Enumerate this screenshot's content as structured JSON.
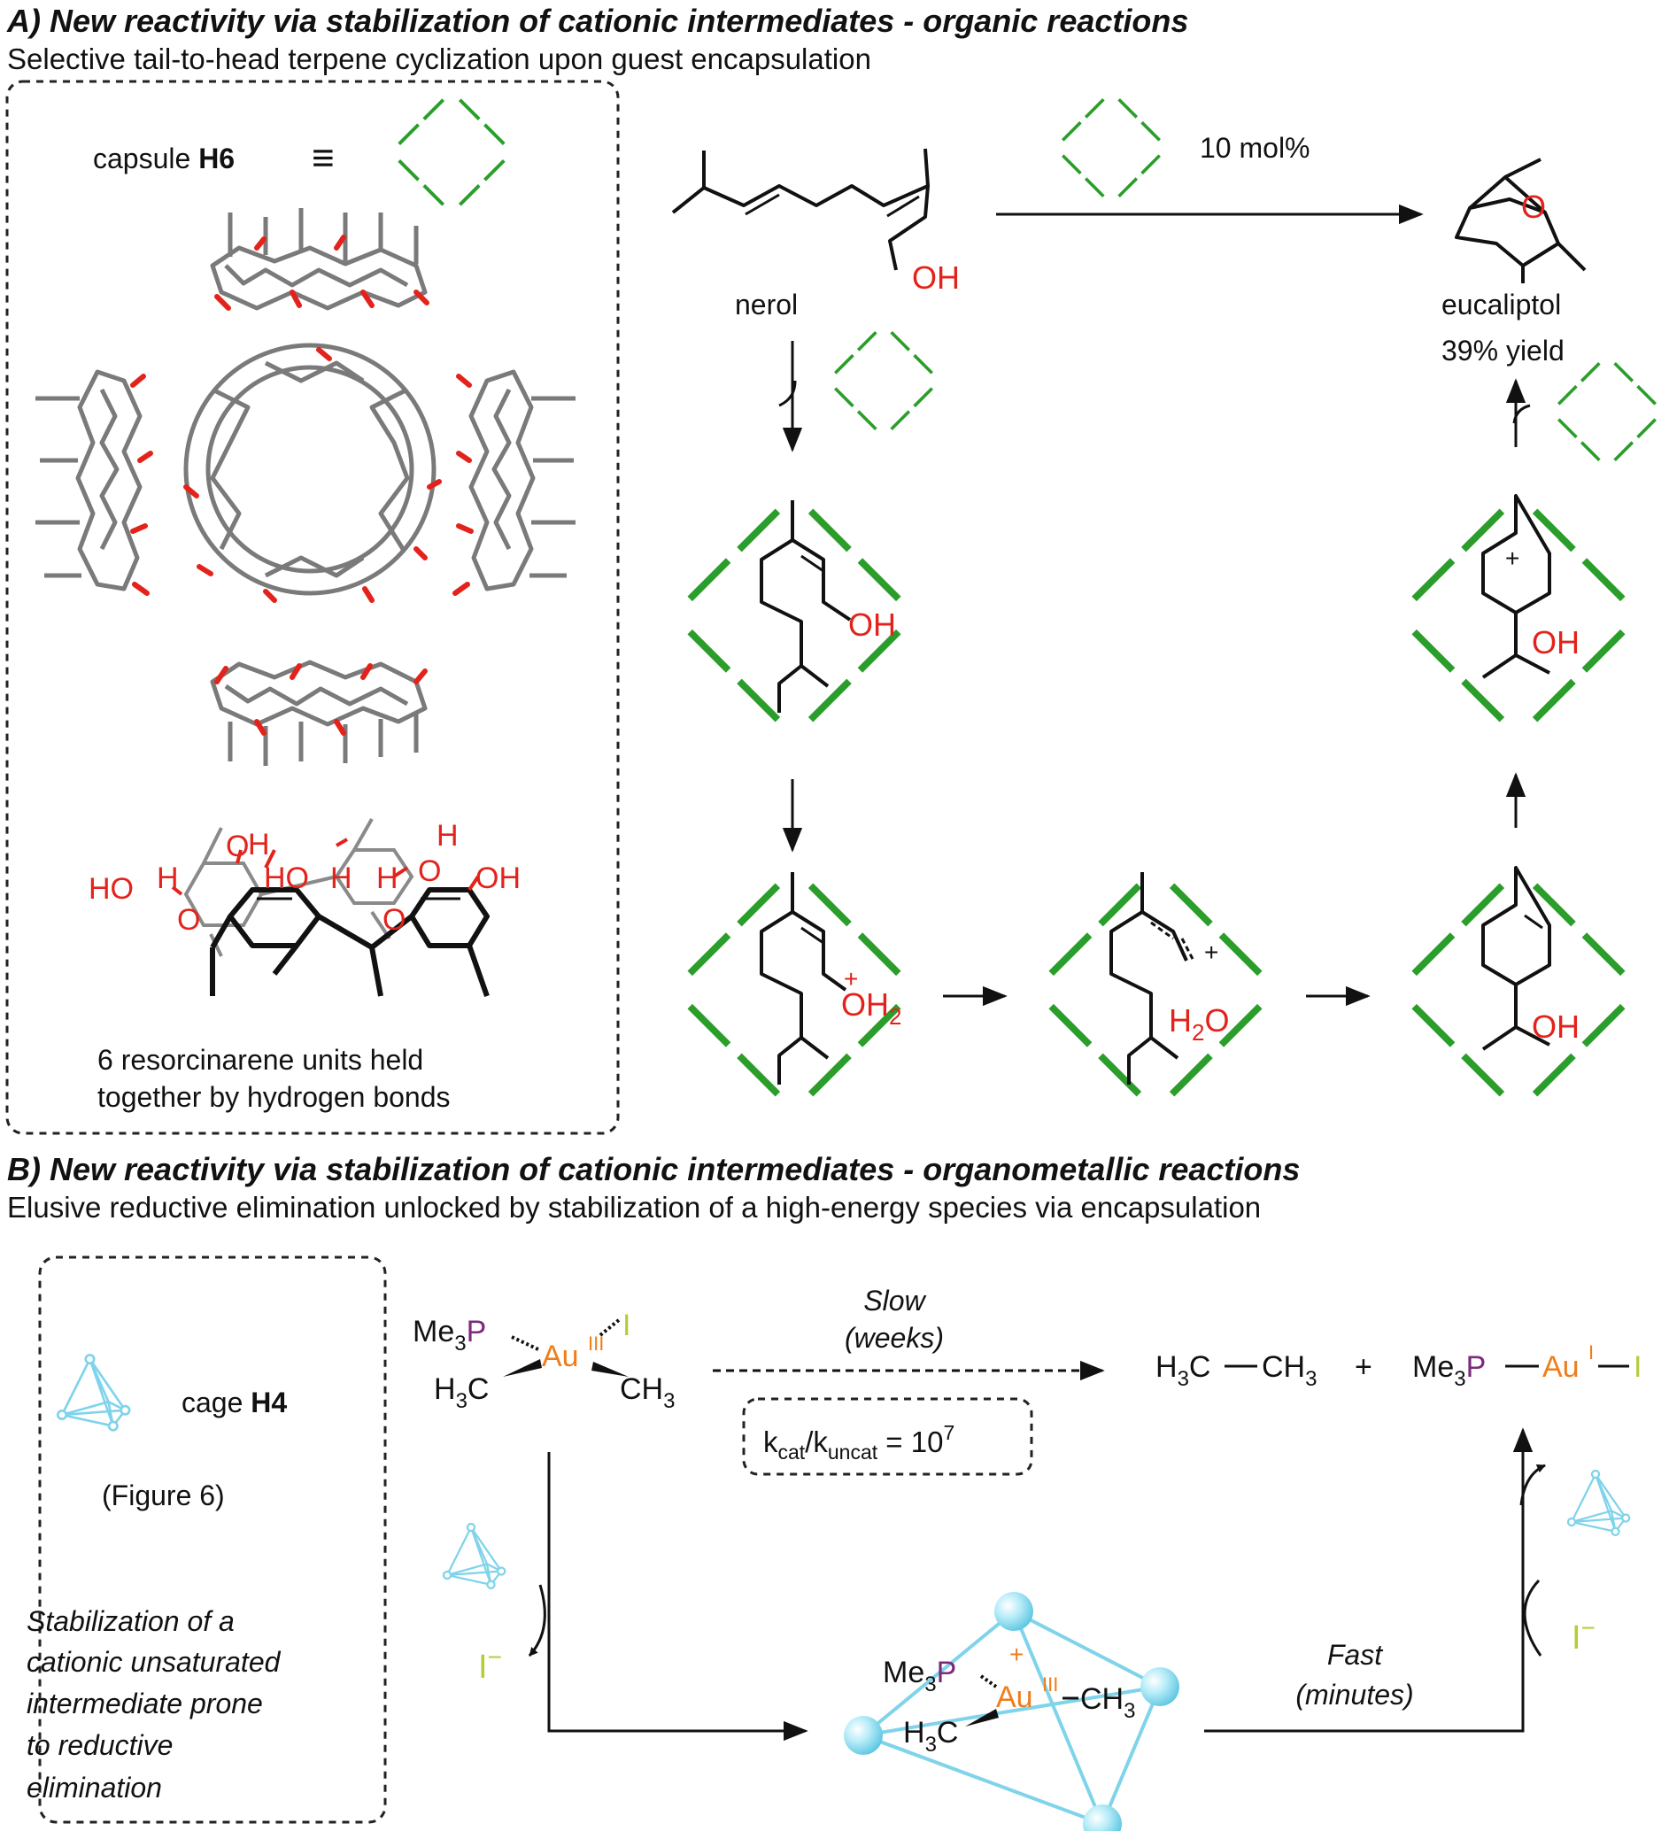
{
  "colors": {
    "capsule_green": "#2a9d2a",
    "oxygen_red": "#e3231b",
    "gold_orange": "#ef7d1a",
    "phosphorus_purple": "#7d2a7a",
    "iodine_lime": "#b5cc3a",
    "cage_cyan": "#7fd3ea",
    "frame_gray": "#7a7a7a"
  },
  "sectionA": {
    "header": "A) New reactivity via stabilization of cationic intermediates - organic reactions",
    "subtitle": "Selective tail-to-head terpene cyclization upon guest encapsulation",
    "box": {
      "capsule_prefix": "capsule",
      "capsule_name": "H6",
      "equiv_symbol": "≡",
      "caption_line1": "6 resorcinarene units held",
      "caption_line2": "together by hydrogen bonds",
      "ho_labels": [
        "HO",
        "H",
        "O",
        "H",
        "HO",
        "H",
        "H",
        "O",
        "H",
        "OH",
        "O",
        "O"
      ]
    },
    "scheme": {
      "loading": "10 mol%",
      "start_label": "nerol",
      "product_label": "eucaliptol",
      "yield_label": "39% yield",
      "oh": "OH",
      "o": "O",
      "plus": "+",
      "oh2_O": "OH",
      "oh2_sub": "2",
      "h2o_H": "H",
      "h2o_sub": "2",
      "h2o_O": "O"
    }
  },
  "sectionB": {
    "header": "B) New reactivity via stabilization of cationic intermediates - organometallic reactions",
    "subtitle": "Elusive reductive elimination unlocked by stabilization of a high-energy species via encapsulation",
    "box": {
      "cage_prefix": "cage",
      "cage_name": "H4",
      "figure_ref": "(Figure 6)",
      "note_lines": [
        "Stabilization of a",
        "cationic unsaturated",
        "intermediate prone",
        "to reductive",
        "elimination"
      ]
    },
    "scheme": {
      "slow": "Slow",
      "weeks": "(weeks)",
      "fast": "Fast",
      "minutes": "(minutes)",
      "ratio_k": "k",
      "ratio_cat": "cat",
      "ratio_slash": "/k",
      "ratio_uncat": "uncat",
      "ratio_eq": " = 10",
      "ratio_exp": "7",
      "me": "Me",
      "sub3": "3",
      "P": "P",
      "Au": "Au",
      "ox3": "III",
      "ox1": "I",
      "I": "I",
      "H": "H",
      "C": "C",
      "CH": "CH",
      "plus": "+",
      "iodide": "I",
      "minus": "−",
      "ethane_left": "H",
      "ethane_mid": "C",
      "ethane_right": "CH"
    }
  }
}
